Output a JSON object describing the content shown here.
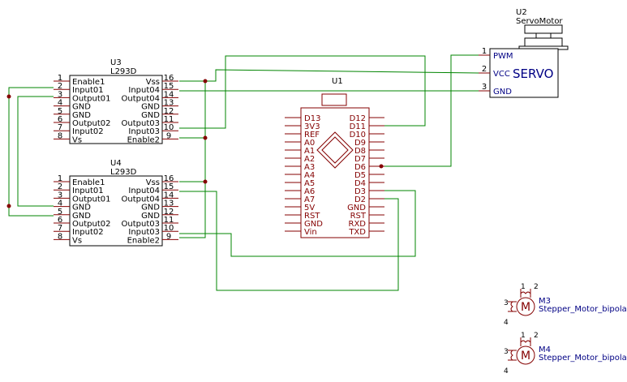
{
  "colors": {
    "wire": "#008400",
    "part": "#840000",
    "pin_text_blue": "#000084",
    "junction": "#840000",
    "background": "#ffffff"
  },
  "u3": {
    "ref": "U3",
    "value": "L293D",
    "left_pins": [
      {
        "num": "1",
        "name": "Enable1"
      },
      {
        "num": "2",
        "name": "Input01"
      },
      {
        "num": "3",
        "name": "Output01"
      },
      {
        "num": "4",
        "name": "GND"
      },
      {
        "num": "5",
        "name": "GND"
      },
      {
        "num": "6",
        "name": "Output02"
      },
      {
        "num": "7",
        "name": "Input02"
      },
      {
        "num": "8",
        "name": "Vs"
      }
    ],
    "right_pins": [
      {
        "num": "16",
        "name": "Vss"
      },
      {
        "num": "15",
        "name": "Input04"
      },
      {
        "num": "14",
        "name": "Output04"
      },
      {
        "num": "13",
        "name": "GND"
      },
      {
        "num": "12",
        "name": "GND"
      },
      {
        "num": "11",
        "name": "Output03"
      },
      {
        "num": "10",
        "name": "Input03"
      },
      {
        "num": "9",
        "name": "Enable2"
      }
    ]
  },
  "u4": {
    "ref": "U4",
    "value": "L293D",
    "left_pins": [
      {
        "num": "1",
        "name": "Enable1"
      },
      {
        "num": "2",
        "name": "Input01"
      },
      {
        "num": "3",
        "name": "Output01"
      },
      {
        "num": "4",
        "name": "GND"
      },
      {
        "num": "5",
        "name": "GND"
      },
      {
        "num": "6",
        "name": "Output02"
      },
      {
        "num": "7",
        "name": "Input02"
      },
      {
        "num": "8",
        "name": "Vs"
      }
    ],
    "right_pins": [
      {
        "num": "16",
        "name": "Vss"
      },
      {
        "num": "15",
        "name": "Input04"
      },
      {
        "num": "14",
        "name": "Output04"
      },
      {
        "num": "13",
        "name": "GND"
      },
      {
        "num": "12",
        "name": "GND"
      },
      {
        "num": "11",
        "name": "Output03"
      },
      {
        "num": "10",
        "name": "Input03"
      },
      {
        "num": "9",
        "name": "Enable2"
      }
    ]
  },
  "u1": {
    "ref": "U1",
    "left_pins": [
      "D13",
      "3V3",
      "REF",
      "A0",
      "A1",
      "A2",
      "A3",
      "A4",
      "A5",
      "A6",
      "A7",
      "5V",
      "RST",
      "GND",
      "Vin"
    ],
    "right_pins": [
      "D12",
      "D11",
      "D10",
      "D9",
      "D8",
      "D7",
      "D6",
      "D5",
      "D4",
      "D3",
      "D2",
      "GND",
      "RST",
      "RXD",
      "TXD"
    ]
  },
  "u2": {
    "ref": "U2",
    "value": "ServoMotor",
    "body_label": "SERVO",
    "pins": [
      {
        "num": "1",
        "name": "PWM"
      },
      {
        "num": "2",
        "name": "VCC"
      },
      {
        "num": "3",
        "name": "GND"
      }
    ]
  },
  "m3": {
    "ref": "M3",
    "value": "Stepper_Motor_bipolar",
    "pins": [
      "1",
      "2",
      "3",
      "4"
    ]
  },
  "m4": {
    "ref": "M4",
    "value": "Stepper_Motor_bipolar",
    "pins": [
      "1",
      "2",
      "3",
      "4"
    ]
  }
}
